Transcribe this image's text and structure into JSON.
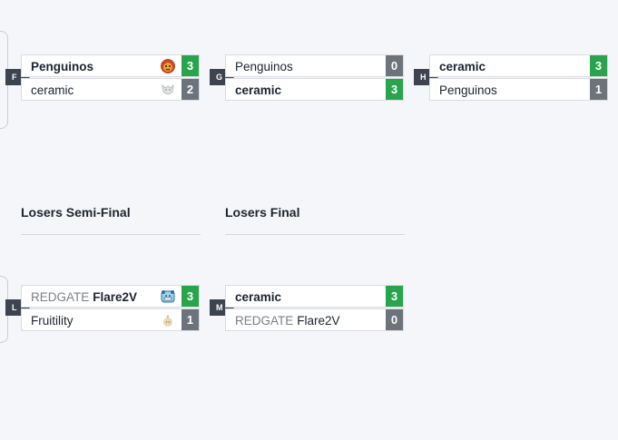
{
  "upper_matches": [
    {
      "tag": "F",
      "teams": [
        {
          "name": "Penguinos",
          "score": "3",
          "winner": true,
          "logo": "lion-logo-icon"
        },
        {
          "name": "ceramic",
          "score": "2",
          "winner": false,
          "logo": "wolf-logo-icon"
        }
      ]
    },
    {
      "tag": "G",
      "teams": [
        {
          "name": "Penguinos",
          "score": "0",
          "winner": false
        },
        {
          "name": "ceramic",
          "score": "3",
          "winner": true
        }
      ]
    },
    {
      "tag": "H",
      "teams": [
        {
          "name": "ceramic",
          "score": "3",
          "winner": true
        },
        {
          "name": "Penguinos",
          "score": "1",
          "winner": false
        }
      ]
    }
  ],
  "rounds": {
    "losers_semi_final": "Losers Semi-Final",
    "losers_final": "Losers Final"
  },
  "lower_matches": [
    {
      "tag": "L",
      "teams": [
        {
          "prefix": "REDGATE",
          "name": "Flare2V",
          "score": "3",
          "winner": true,
          "logo": "bear-logo-icon"
        },
        {
          "prefix": "",
          "name": "Fruitility",
          "score": "1",
          "winner": false,
          "logo": "fruit-logo-icon"
        }
      ]
    },
    {
      "tag": "M",
      "teams": [
        {
          "prefix": "",
          "name": "ceramic",
          "score": "3",
          "winner": true
        },
        {
          "prefix": "REDGATE",
          "name": "Flare2V",
          "score": "0",
          "winner": false
        }
      ]
    }
  ],
  "colors": {
    "win_score": "#2aa44c",
    "loss_score": "#6c737b",
    "tag": "#3c4450"
  }
}
